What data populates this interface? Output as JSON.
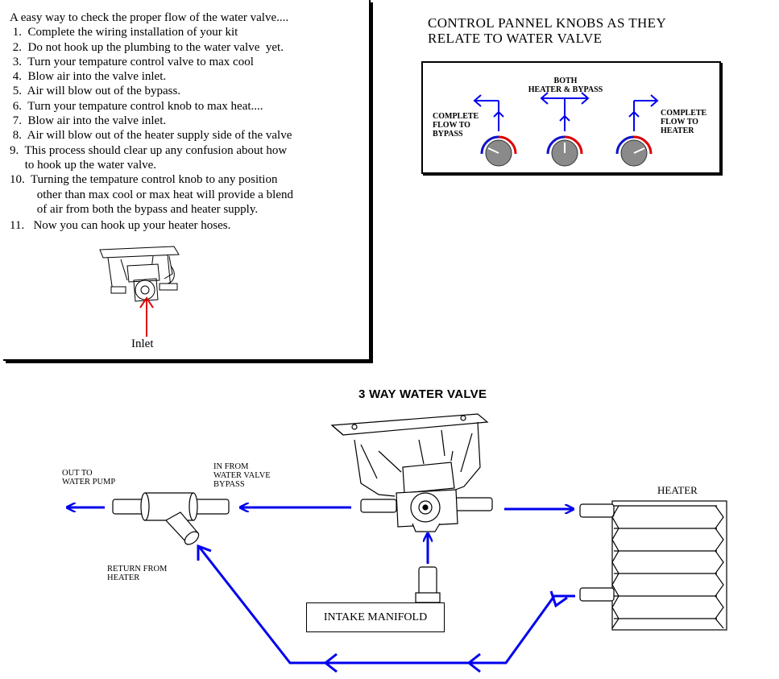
{
  "instructions": {
    "heading": "A easy way to check the proper flow of the water valve....",
    "steps": [
      " 1.  Complete the wiring installation of your kit",
      " 2.  Do not hook up the plumbing to the water valve  yet.",
      " 3.  Turn your tempature control valve to max cool",
      " 4.  Blow air into the valve inlet.",
      " 5.  Air will blow out of the bypass.",
      " 6.  Turn your tempature control knob to max heat....",
      " 7.  Blow air into the valve inlet.",
      " 8.  Air will blow out of the heater supply side of the valve",
      "9.  This process should clear up any confusion about how",
      "     to hook up the water valve.",
      "10.  Turning the tempature control knob to any position",
      "         other than max cool or max heat will provide a blend",
      "         of air from both the bypass and heater supply.",
      "11.   Now you can hook up your heater hoses."
    ],
    "inlet_label": "Inlet"
  },
  "panel": {
    "title_line1": "CONTROL PANNEL KNOBS AS THEY",
    "title_line2": "RELATE TO WATER VALVE",
    "left_label": [
      "COMPLETE",
      "FLOW TO",
      "BYPASS"
    ],
    "center_label": [
      "BOTH",
      "HEATER & BYPASS"
    ],
    "right_label": [
      "COMPLETE",
      "FLOW TO",
      "HEATER"
    ]
  },
  "diagram": {
    "title": "3 WAY WATER VALVE",
    "out_to_pump": [
      "OUT TO",
      "WATER PUMP"
    ],
    "in_from_bypass": [
      "IN FROM",
      "WATER VALVE",
      "BYPASS"
    ],
    "return_from_heater": [
      "RETURN FROM",
      "HEATER"
    ],
    "heater": "HEATER",
    "intake_manifold": "INTAKE MANIFOLD"
  },
  "colors": {
    "flow_arrow": "#0000ee",
    "inlet_arrow": "#e00000",
    "knob_hot": "#dd0000",
    "knob_cold": "#1111cc",
    "knob_body": "#8a8a8a"
  }
}
